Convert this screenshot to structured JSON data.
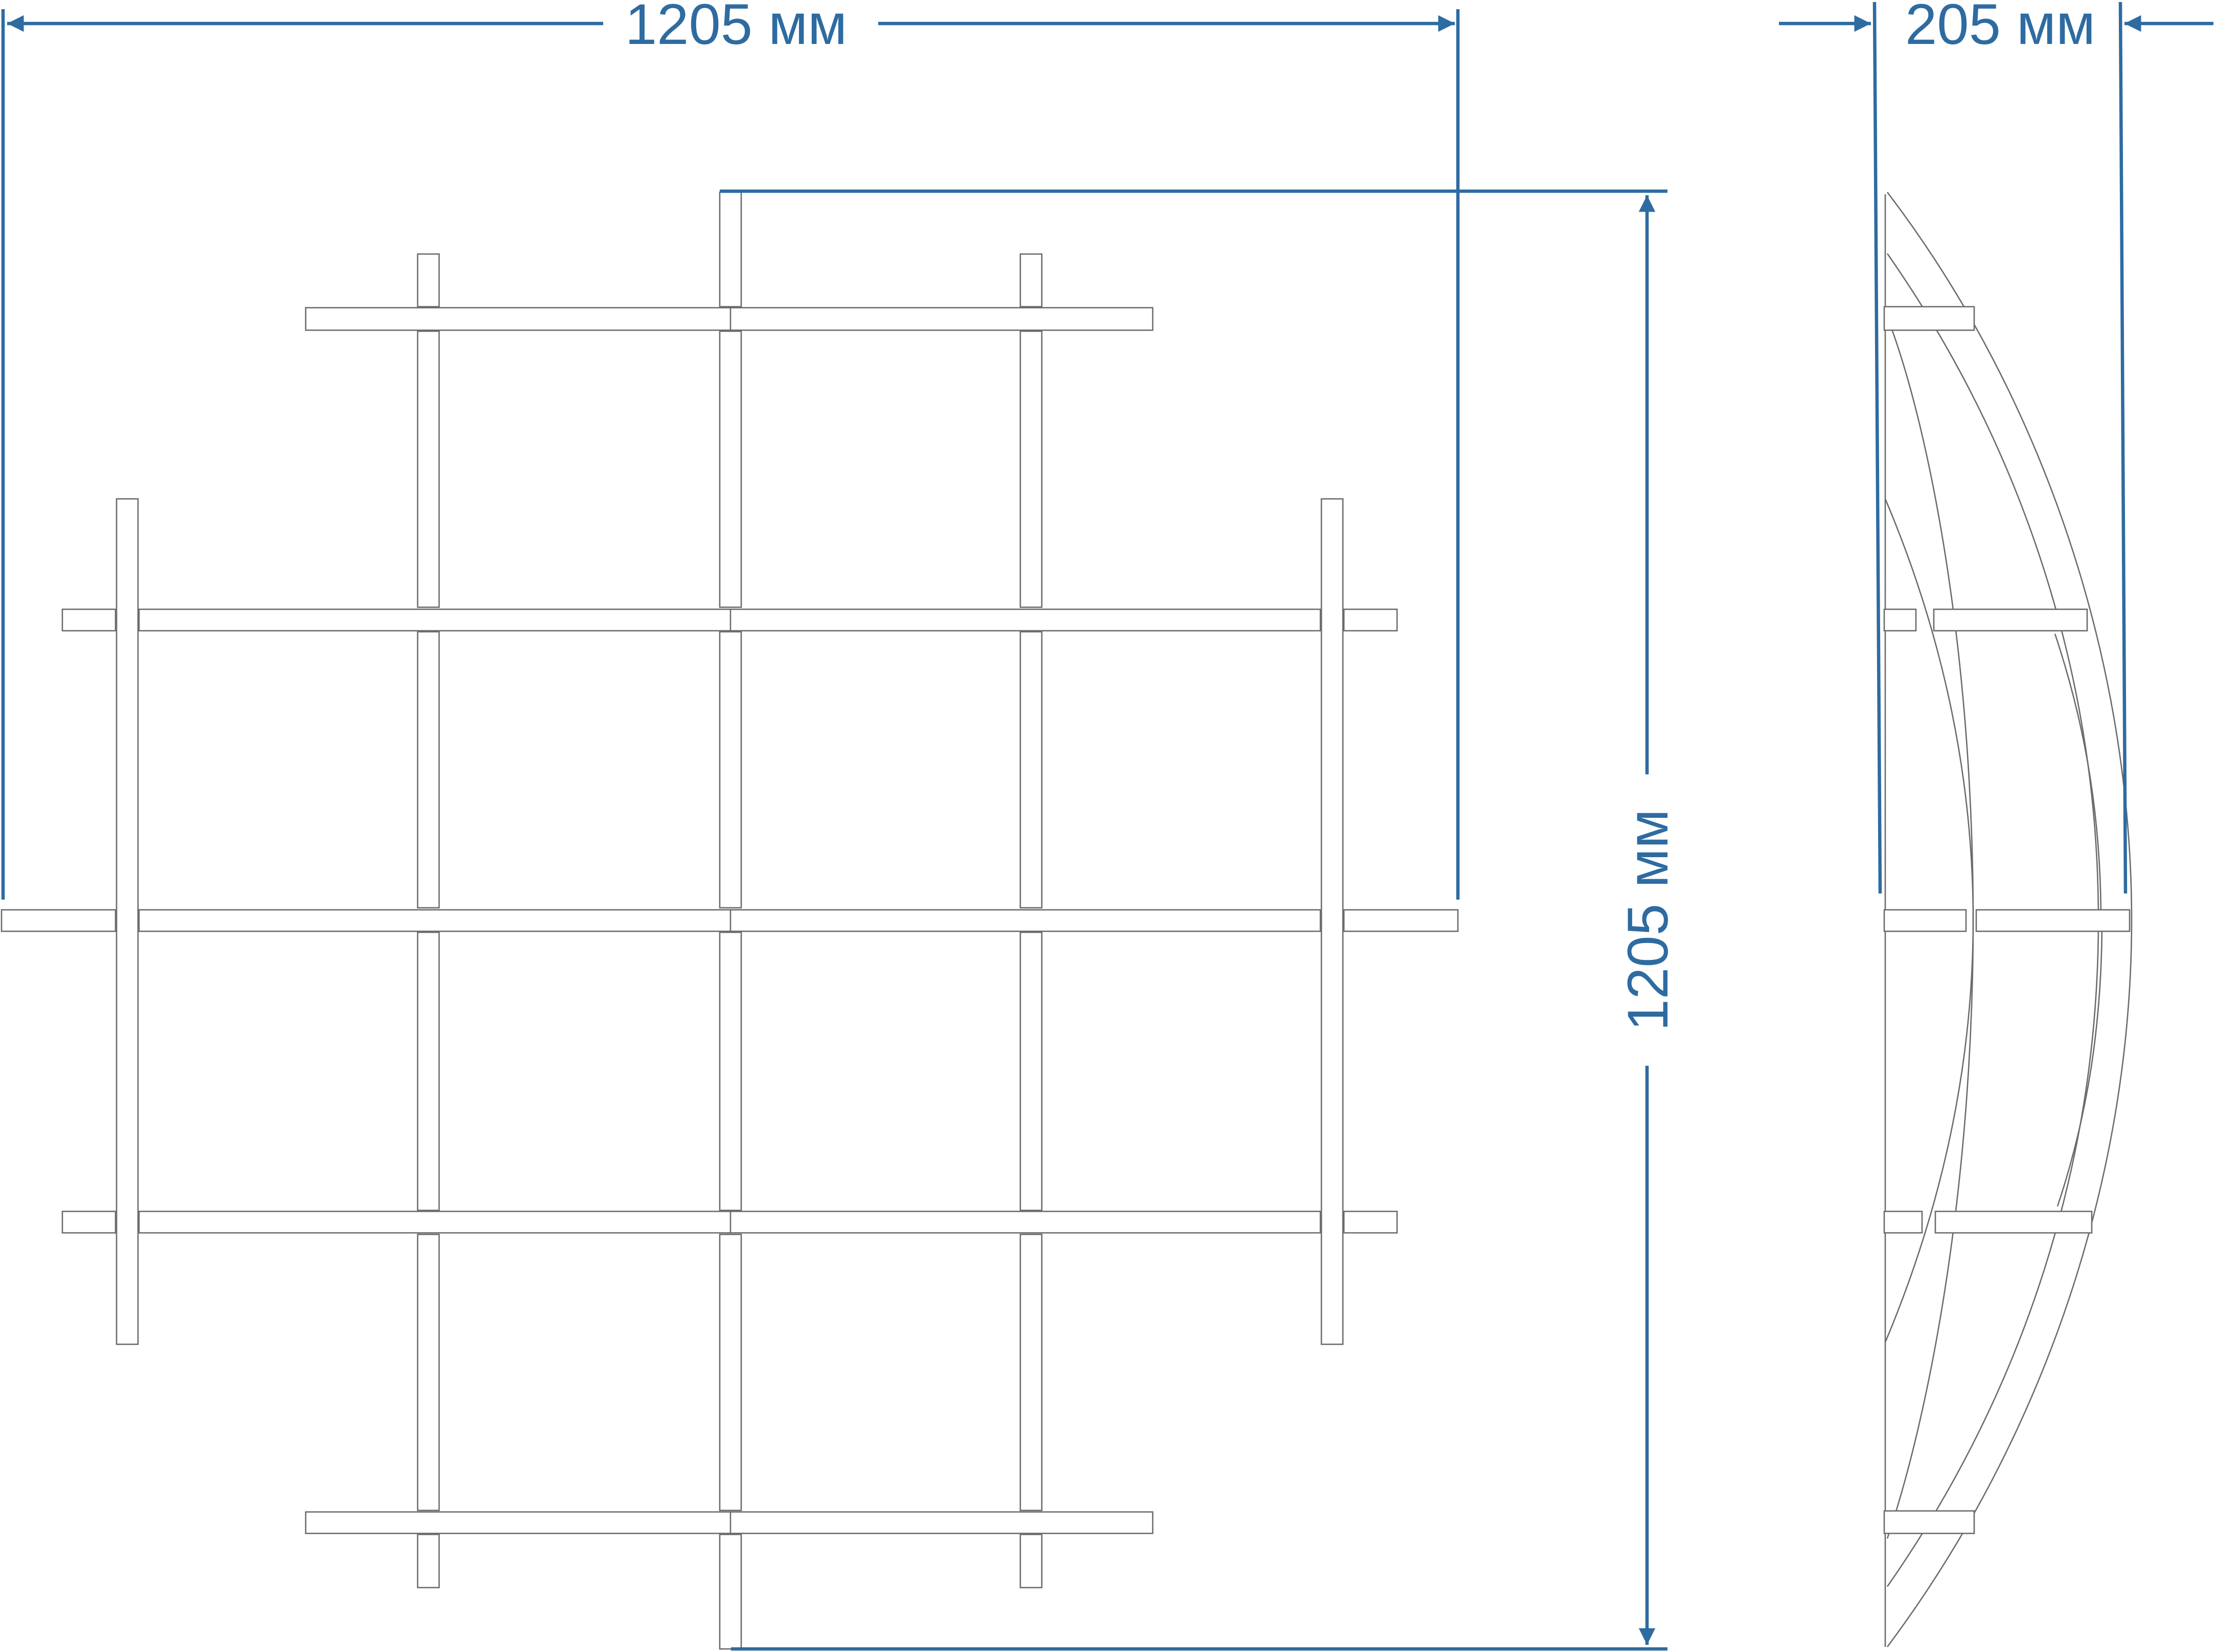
{
  "colors": {
    "dimension": "#2e6ba1",
    "outline": "#6b6b6b",
    "background": "#ffffff"
  },
  "dimensions": {
    "width_label": "1205 мм",
    "height_label": "1205 мм",
    "depth_label": "205 мм"
  }
}
